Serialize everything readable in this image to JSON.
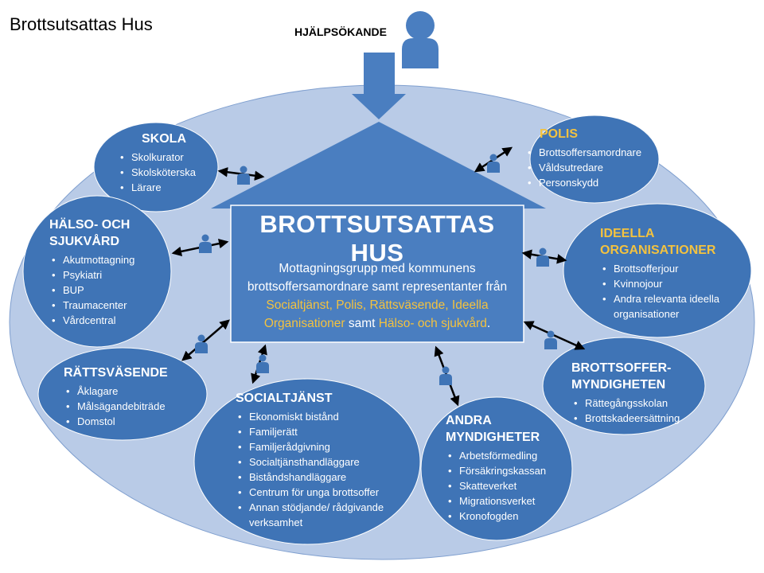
{
  "title": "Brottsutsattas Hus",
  "help_seeker": {
    "label": "HJÄLPSÖKANDE",
    "icon": "person-icon"
  },
  "house": {
    "title": "BROTTSUTSATTAS  HUS",
    "desc_1": "Mottagningsgrupp med kommunens brottsoffersamordnare samt representanter från ",
    "desc_hl_1": "Socialtjänst, Polis, Rättsväsende, Ideella Organisationer",
    "desc_2": " samt ",
    "desc_hl_2": "Hälso- och sjukvård",
    "desc_3": "."
  },
  "nodes": {
    "skola": {
      "title": "SKOLA",
      "items": [
        "Skolkurator",
        "Skolsköterska",
        "Lärare"
      ]
    },
    "halso": {
      "title_1": "HÄLSO- OCH",
      "title_2": "SJUKVÅRD",
      "items": [
        "Akutmottagning",
        "Psykiatri",
        "BUP",
        "Traumacenter",
        "Vårdcentral"
      ]
    },
    "ratts": {
      "title": "RÄTTSVÄSENDE",
      "items": [
        "Åklagare",
        "Målsägandebiträde",
        "Domstol"
      ]
    },
    "social": {
      "title": "SOCIALTJÄNST",
      "items": [
        "Ekonomiskt bistånd",
        "Familjerätt",
        "Familjerådgivning",
        "Socialtjänsthandläggare",
        "Biståndshandläggare",
        "Centrum för unga brottsoffer",
        "Annan stödjande/ rådgivande verksamhet"
      ]
    },
    "andra": {
      "title_1": "ANDRA",
      "title_2": "MYNDIGHETER",
      "items": [
        "Arbetsförmedling",
        "Försäkringskassan",
        "Skatteverket",
        "Migrationsverket",
        "Kronofogden"
      ]
    },
    "brottsoffer": {
      "title_1": "BROTTSOFFER-",
      "title_2": "MYNDIGHETEN",
      "items": [
        "Rättegångsskolan",
        "Brottskadeersättning"
      ]
    },
    "ideella": {
      "title_1": "IDEELLA",
      "title_2": "ORGANISATIONER",
      "items": [
        "Brottsofferjour",
        "Kvinnojour",
        "Andra relevanta ideella organisationer"
      ]
    },
    "polis": {
      "title": "POLIS",
      "items": [
        "Brottsoffersamordnare",
        "Våldsutredare",
        "Personskydd"
      ]
    }
  },
  "colors": {
    "big_ellipse": "#b9cbe7",
    "node_fill": "#3f74b6",
    "house_fill": "#4a7ec0",
    "arrow_fill": "#4a7ec0",
    "highlight": "#f3c23f",
    "accent_title": "#f3c23f"
  }
}
